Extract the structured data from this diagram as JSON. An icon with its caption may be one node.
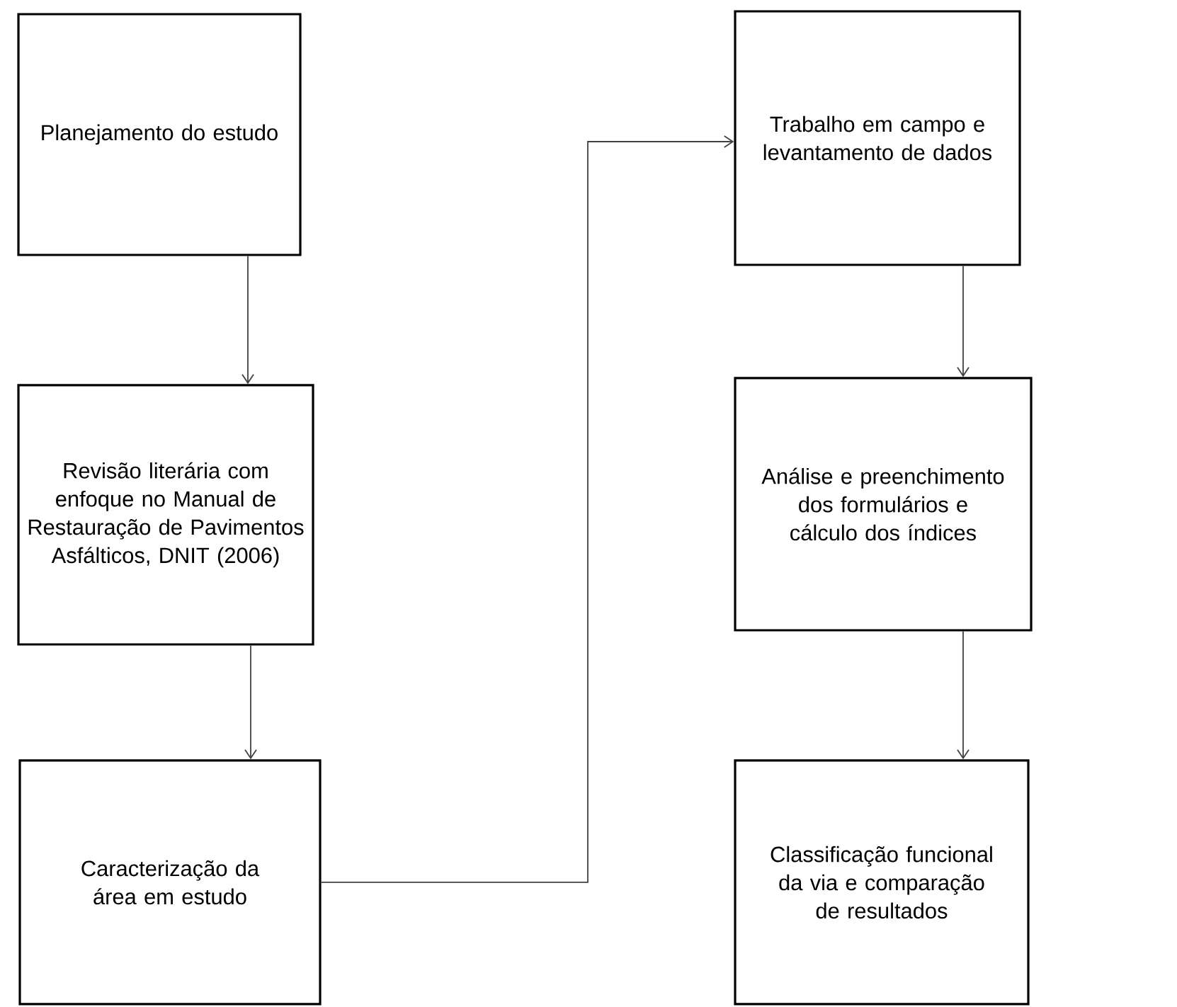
{
  "diagram": {
    "nodes": [
      {
        "text": [
          "Planejamento do estudo"
        ]
      },
      {
        "text": [
          "Revisão literária com enfoque no Manual de Restauração de Pavimentos Asfálticos, DNIT (2006)"
        ]
      },
      {
        "text": [
          "Caracterização da área em estudo"
        ]
      },
      {
        "text": [
          "Trabalho em campo e levantamento de dados"
        ]
      },
      {
        "text": [
          "Análise e preenchimento dos formulários e cálculo dos índices"
        ]
      },
      {
        "text": [
          "Classificação funcional da via e comparação de resultados"
        ]
      }
    ],
    "edges": [
      {
        "from": 0,
        "to": 1,
        "arrow": "to"
      },
      {
        "from": 1,
        "to": 2,
        "arrow": "to"
      },
      {
        "from": 2,
        "to": 3,
        "arrow": "to"
      },
      {
        "from": 3,
        "to": 4,
        "arrow": "to"
      },
      {
        "from": 4,
        "to": 5,
        "arrow": "to"
      }
    ]
  }
}
